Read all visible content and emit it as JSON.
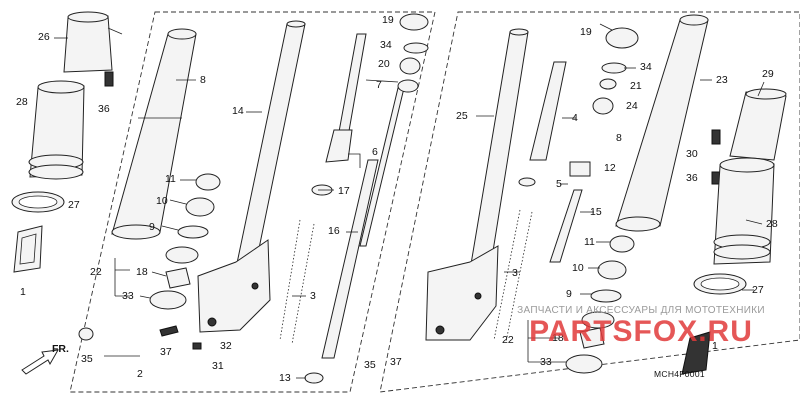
{
  "labels": {
    "p26": "26",
    "p28": "28",
    "p27a": "27",
    "p1a": "1",
    "p36a": "36",
    "p8a": "8",
    "p14": "14",
    "p11a": "11",
    "p10a": "10",
    "p9a": "9",
    "p22a": "22",
    "p18a": "18",
    "p33a": "33",
    "p35a": "35",
    "p2": "2",
    "p37a": "37",
    "p32": "32",
    "p31": "31",
    "p3a": "3",
    "p13": "13",
    "p19a": "19",
    "p34a": "34",
    "p20": "20",
    "p7": "7",
    "p6": "6",
    "p17": "17",
    "p16": "16",
    "p35b": "35",
    "p37b": "37",
    "p25": "25",
    "p4": "4",
    "p5": "5",
    "p12": "12",
    "p15": "15",
    "p3b": "3",
    "p19b": "19",
    "p34b": "34",
    "p21": "21",
    "p24": "24",
    "p23": "23",
    "p8b": "8",
    "p29": "29",
    "p30": "30",
    "p36b": "36",
    "p11b": "11",
    "p10b": "10",
    "p9b": "9",
    "p28b": "28",
    "p27b": "27",
    "p22b": "22",
    "p18b": "18",
    "p33b": "33",
    "p1b": "1"
  },
  "front_label": "FR.",
  "watermark": {
    "subtitle": "ЗАПЧАСТИ И АКСЕССУАРЫ ДЛЯ МОТОТЕХНИКИ",
    "brand": "PARTSFOX.RU"
  },
  "diagram_code": "MCH4F0001",
  "colors": {
    "watermark_red": "#e03a3a",
    "watermark_gray": "#9a9a9a"
  }
}
